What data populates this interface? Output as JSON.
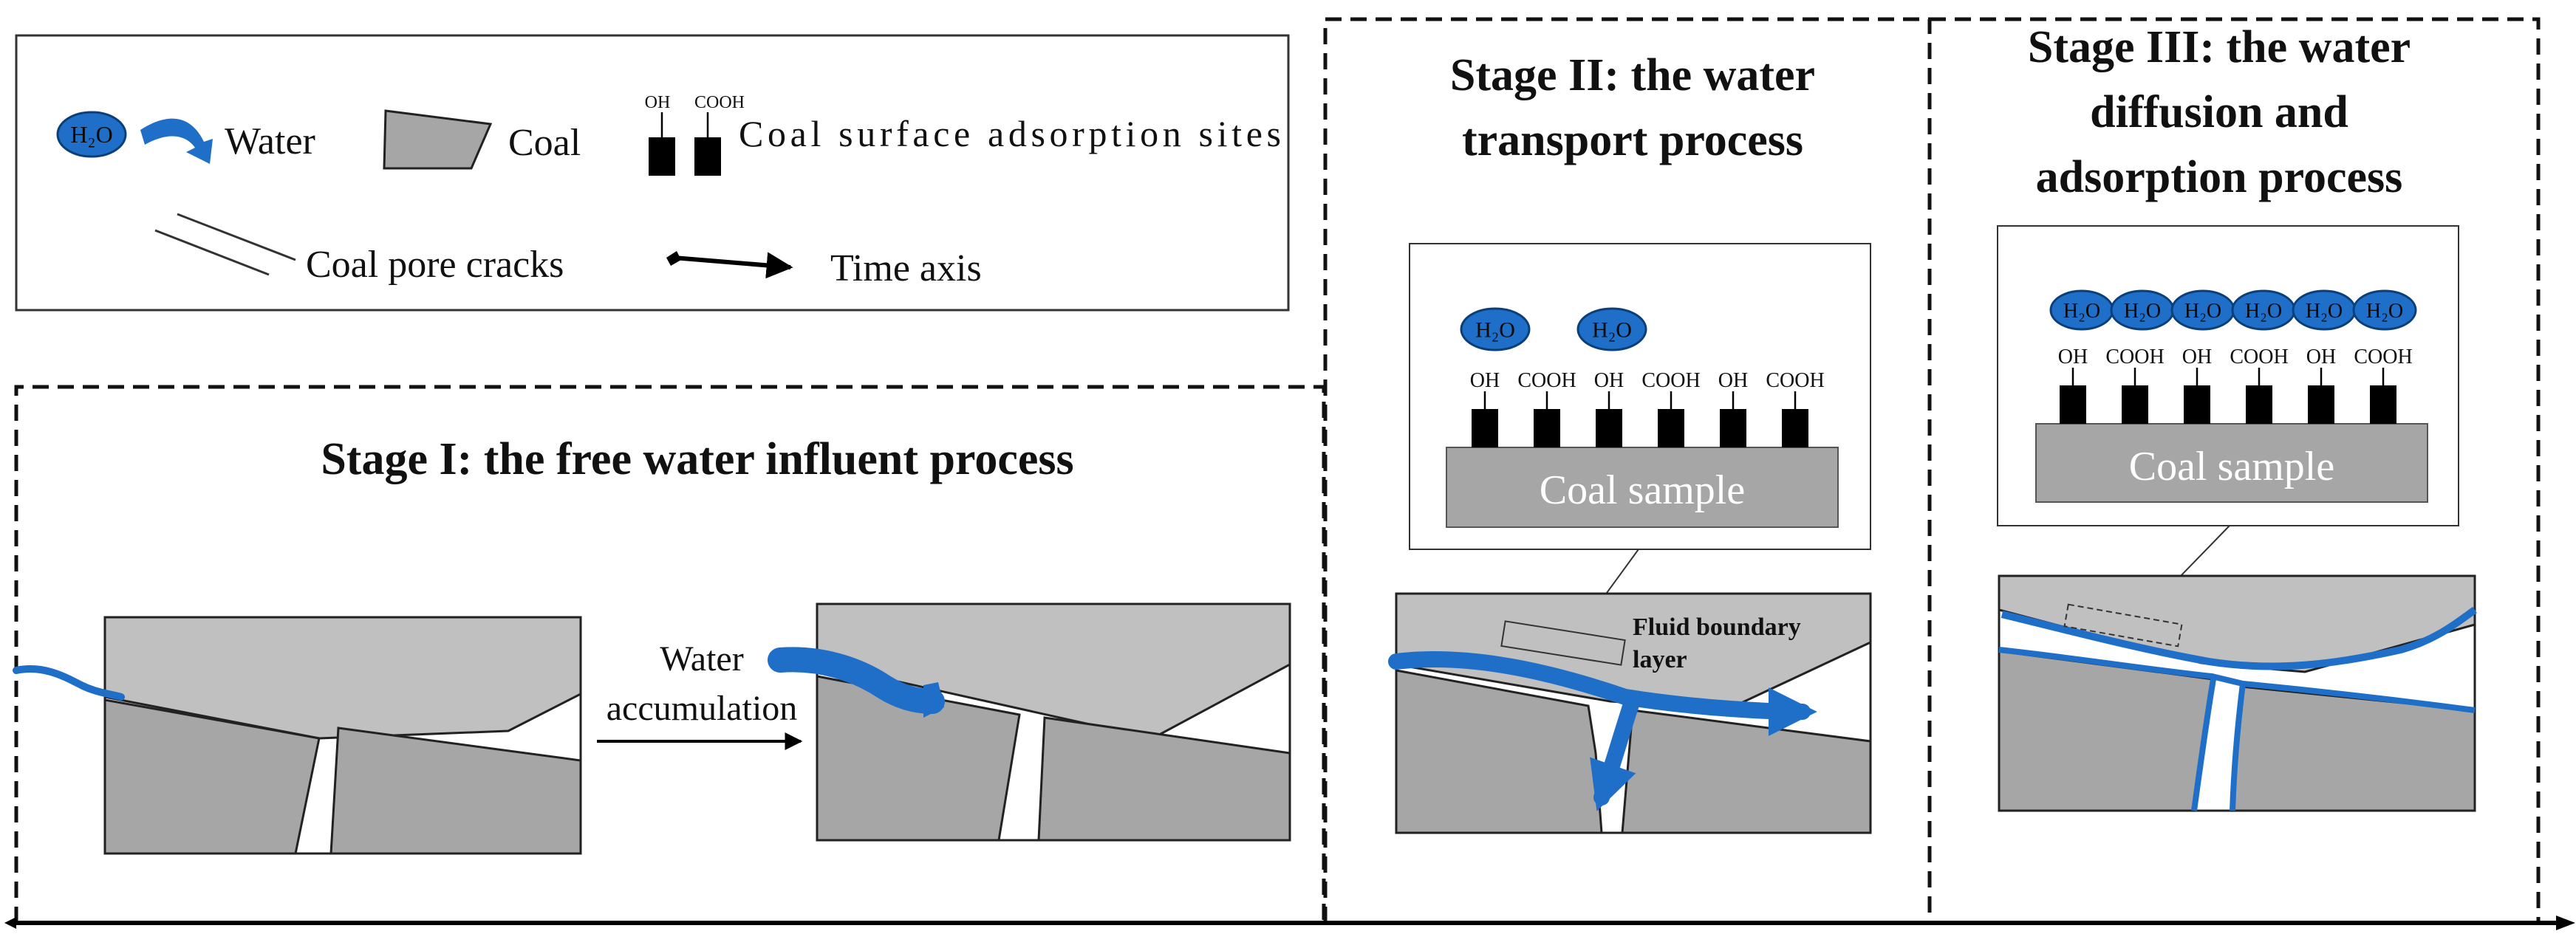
{
  "legend": {
    "water_label": "Water",
    "coal_label": "Coal",
    "sites_label": "Coal surface adsorption sites",
    "cracks_label": "Coal pore cracks",
    "time_label": "Time axis",
    "h2o": "H₂O",
    "oh": "OH",
    "cooh": "COOH"
  },
  "stage1": {
    "title": "Stage I: the free water influent process",
    "arrow_label_line1": "Water",
    "arrow_label_line2": "accumulation"
  },
  "stage2": {
    "title_line1": "Stage II: the water",
    "title_line2": "transport process",
    "sample_label": "Coal sample",
    "boundary_line1": "Fluid boundary",
    "boundary_line2": "layer",
    "molecules": [
      "H₂O",
      "H₂O"
    ],
    "sites": [
      "OH",
      "COOH",
      "OH",
      "COOH",
      "OH",
      "COOH"
    ]
  },
  "stage3": {
    "title_line1": "Stage III: the water",
    "title_line2": "diffusion and",
    "title_line3": "adsorption process",
    "sample_label": "Coal sample",
    "molecules": [
      "H₂O",
      "H₂O",
      "H₂O",
      "H₂O",
      "H₂O",
      "H₂O"
    ],
    "sites": [
      "OH",
      "COOH",
      "OH",
      "COOH",
      "OH",
      "COOH"
    ]
  },
  "colors": {
    "water": "#1f6fc8",
    "coal_dark": "#a6a6a6",
    "coal_light": "#c0c0c0"
  }
}
